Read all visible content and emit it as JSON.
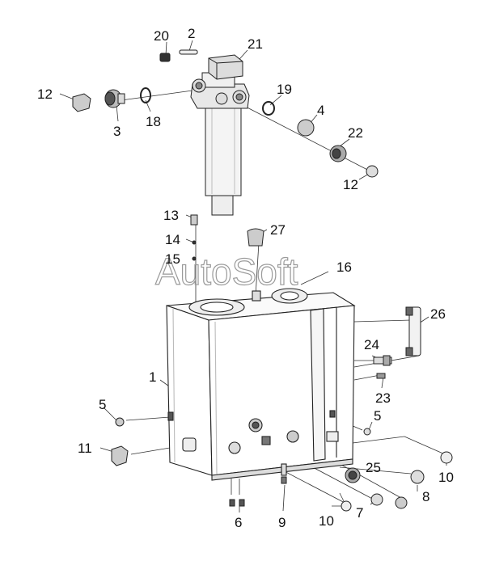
{
  "watermark": "AutoSoft",
  "callouts": [
    {
      "id": "c20",
      "text": "20"
    },
    {
      "id": "c2",
      "text": "2"
    },
    {
      "id": "c21",
      "text": "21"
    },
    {
      "id": "c12a",
      "text": "12"
    },
    {
      "id": "c3",
      "text": "3"
    },
    {
      "id": "c18",
      "text": "18"
    },
    {
      "id": "c19",
      "text": "19"
    },
    {
      "id": "c4",
      "text": "4"
    },
    {
      "id": "c22",
      "text": "22"
    },
    {
      "id": "c12b",
      "text": "12"
    },
    {
      "id": "c13",
      "text": "13"
    },
    {
      "id": "c27",
      "text": "27"
    },
    {
      "id": "c14",
      "text": "14"
    },
    {
      "id": "c15",
      "text": "15"
    },
    {
      "id": "c16",
      "text": "16"
    },
    {
      "id": "c26",
      "text": "26"
    },
    {
      "id": "c24",
      "text": "24"
    },
    {
      "id": "c1",
      "text": "1"
    },
    {
      "id": "c23",
      "text": "23"
    },
    {
      "id": "c5a",
      "text": "5"
    },
    {
      "id": "c5b",
      "text": "5"
    },
    {
      "id": "c11",
      "text": "11"
    },
    {
      "id": "c10a",
      "text": "10"
    },
    {
      "id": "c25",
      "text": "25"
    },
    {
      "id": "c8",
      "text": "8"
    },
    {
      "id": "c7",
      "text": "7"
    },
    {
      "id": "c10b",
      "text": "10"
    },
    {
      "id": "c6",
      "text": "6"
    },
    {
      "id": "c9",
      "text": "9"
    }
  ]
}
